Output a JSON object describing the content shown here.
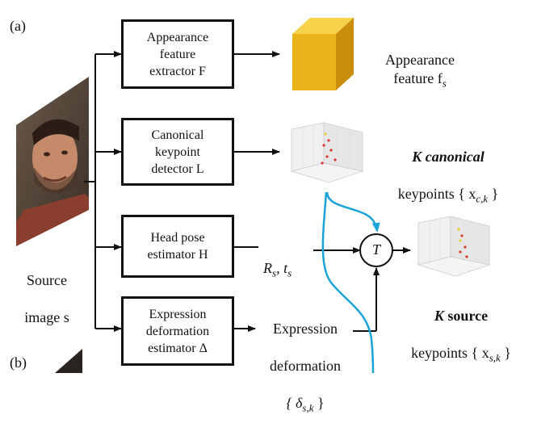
{
  "panel_labels": {
    "a": "(a)",
    "b": "(b)"
  },
  "source": {
    "caption_line1": "Source",
    "caption_line2": "image s"
  },
  "modules": {
    "appearance_extractor": "Appearance\nfeature\nextractor F",
    "canonical_detector": "Canonical\nkeypoint\ndetector L",
    "head_pose_estimator": "Head pose\nestimator H",
    "expression_estimator": "Expression\ndeformation\nestimator Δ"
  },
  "outputs": {
    "appearance_feature": "Appearance\nfeature f",
    "appearance_feature_sub": "s",
    "canonical_title": "K canonical",
    "canonical_sub": "keypoints { x",
    "canonical_index": "c,k",
    "canonical_close": " }",
    "pose": "R",
    "pose_sub1": "s",
    "pose_mid": ", t",
    "pose_sub2": "s",
    "expression_line1": "Expression",
    "expression_line2": "deformation",
    "expression_line3": "{ δ",
    "expression_index": "s,k",
    "expression_close": " }",
    "transform_symbol": "T",
    "source_title_k": "K",
    "source_title_word": "source",
    "source_kp": "keypoints  { x",
    "source_index": "s,k",
    "source_close": " }"
  },
  "colors": {
    "cube_front": "#e8b21a",
    "cube_top": "#f6d34a",
    "cube_side": "#c98f0a",
    "cyan_curve": "#1aa3d9",
    "keypoint_red": "#d63a2a",
    "keypoint_yellow": "#e8cf3a"
  }
}
